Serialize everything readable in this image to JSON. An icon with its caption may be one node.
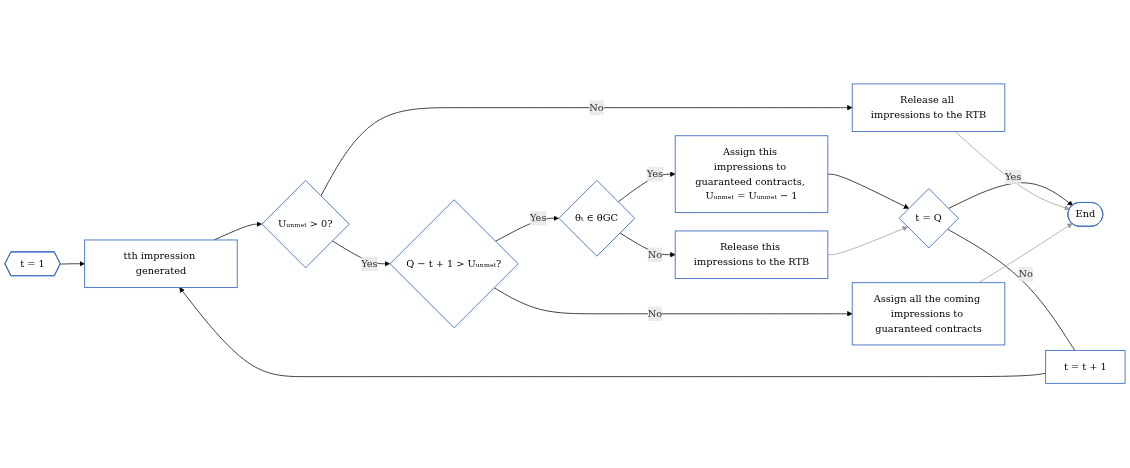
{
  "diagram": {
    "nodes": [
      {
        "text": [
          "t = 1"
        ]
      },
      {
        "text": [
          "tth impression generated"
        ]
      },
      {
        "text": [
          "Uᵤₙₘₑₜ > 0?"
        ]
      },
      {
        "text": [
          "Q − t + 1 > Uᵤₙₘₑₜ?"
        ]
      },
      {
        "text": [
          "θₜ ∈ θGC"
        ]
      },
      {
        "text": [
          "Assign this impressions to guaranteed contracts, Uᵤₙₘₑₜ = Uᵤₙₘₑₜ − 1"
        ]
      },
      {
        "text": [
          "t = Q"
        ]
      },
      {
        "text": [
          "t = t + 1"
        ]
      },
      {
        "text": [
          "End"
        ]
      },
      {
        "text": [
          "Release all impressions to the RTB"
        ]
      },
      {
        "text": [
          "Assign all the coming impressions to guaranteed contracts"
        ]
      },
      {
        "text": [
          "Release this impressions to the RTB"
        ]
      }
    ],
    "edges": [
      {
        "from": 0,
        "to": 1,
        "arrow": "to"
      },
      {
        "from": 1,
        "to": 2,
        "arrow": "to"
      },
      {
        "from": 2,
        "to": 3,
        "arrow": "to",
        "label": "Yes"
      },
      {
        "from": 3,
        "to": 4,
        "arrow": "to",
        "label": "Yes"
      },
      {
        "from": 4,
        "to": 5,
        "arrow": "to",
        "label": "Yes"
      },
      {
        "from": 5,
        "to": 6,
        "arrow": "to"
      },
      {
        "from": 6,
        "to": 8,
        "arrow": "to",
        "label": "Yes"
      },
      {
        "from": 6,
        "to": 7,
        "arrow": "none",
        "label": "No"
      },
      {
        "from": 7,
        "to": 1,
        "arrow": "to"
      },
      {
        "from": 2,
        "to": 9,
        "arrow": "to",
        "label": "No"
      },
      {
        "from": 3,
        "to": 10,
        "arrow": "to",
        "label": "No"
      },
      {
        "from": 4,
        "to": 11,
        "arrow": "to",
        "label": "No"
      },
      {
        "from": 11,
        "to": 6,
        "arrow": "to",
        "color": "#999999"
      },
      {
        "from": 9,
        "to": 8,
        "arrow": "to",
        "color": "#999999"
      },
      {
        "from": 10,
        "to": 8,
        "arrow": "to",
        "color": "#999999"
      }
    ]
  }
}
